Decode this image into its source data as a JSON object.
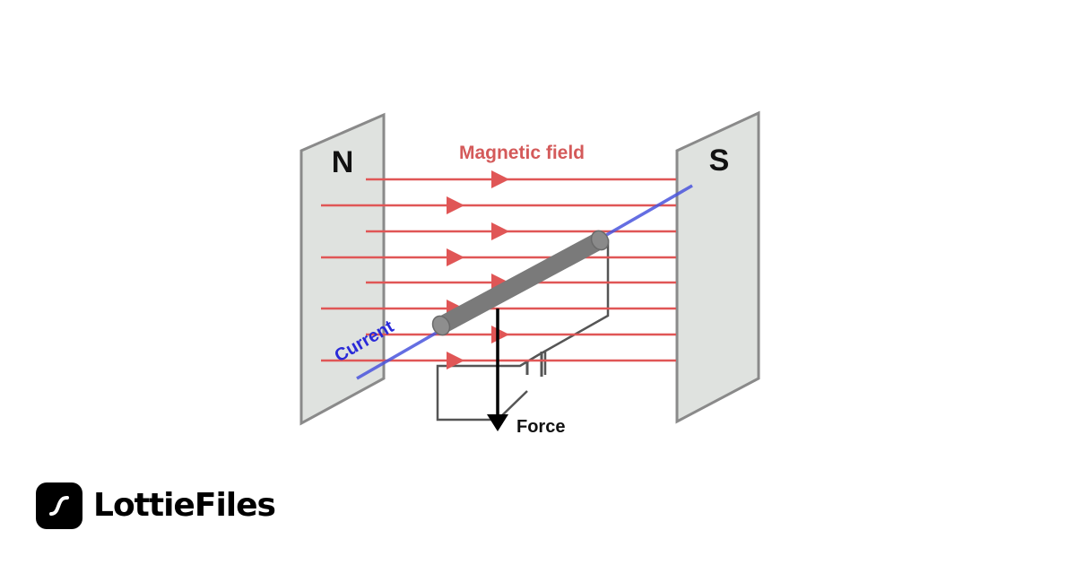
{
  "diagram": {
    "field_label": "Magnetic field",
    "north_label": "N",
    "south_label": "S",
    "current_label": "Current",
    "force_label": "Force"
  },
  "colors": {
    "field": "#e05656",
    "current": "#3333dd",
    "plate": "#dfe2df",
    "rod": "#7a7a7a",
    "wire": "#555555"
  },
  "brand": {
    "name": "LottieFiles",
    "icon": "lottiefiles-logo-icon"
  }
}
